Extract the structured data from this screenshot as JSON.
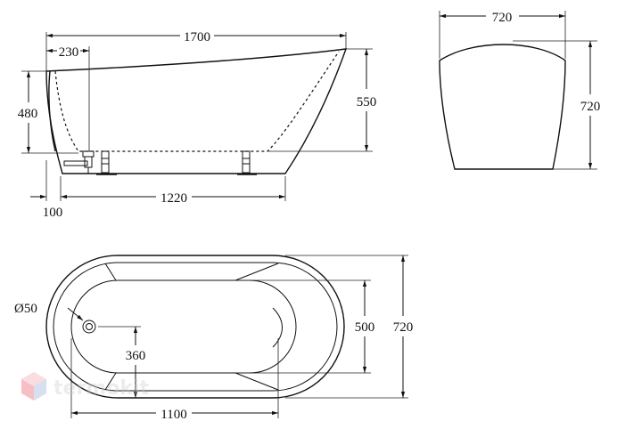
{
  "side_view": {
    "length_label": "1700",
    "drain_offset_label": "230",
    "height_left_label": "480",
    "height_right_label": "550",
    "foot_offset_label": "100",
    "base_length_label": "1220"
  },
  "front_view": {
    "width_label": "720",
    "height_label": "720"
  },
  "top_view": {
    "drain_diameter_label": "Ø50",
    "inner_width_label": "500",
    "outer_width_label": "720",
    "drain_position_label": "360",
    "inner_length_label": "1100"
  },
  "watermark": {
    "text": "termokit",
    "color": "#e84a5f"
  }
}
